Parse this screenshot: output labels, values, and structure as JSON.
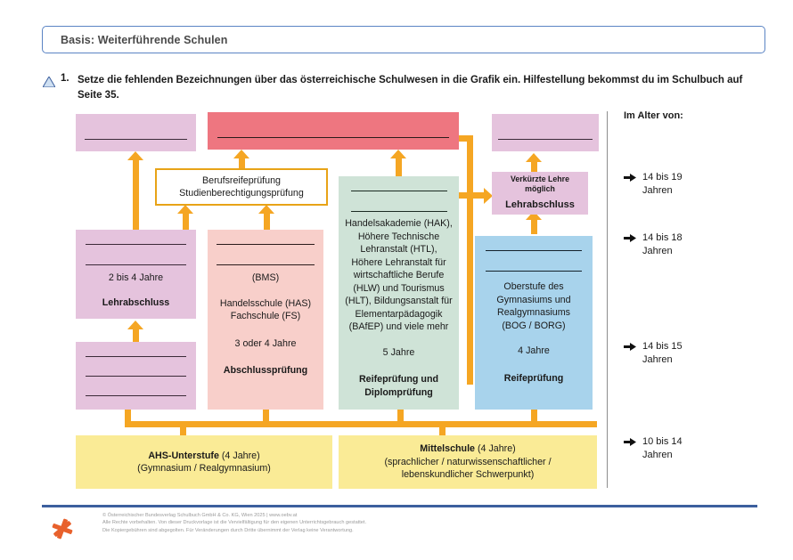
{
  "banner": {
    "text": "Basis: Weiterführende Schulen"
  },
  "task": {
    "icon": "triangle-bullet-icon",
    "number": "1.",
    "text": "Setze die fehlenden Bezeichnungen über das österreichische Schulwesen in die Grafik ein. Hilfestellung bekommst du im Schulbuch auf Seite 35."
  },
  "colors": {
    "pink": "#e5c3dd",
    "red": "#ee7680",
    "rose": "#f8cfca",
    "green": "#cfe3d7",
    "blue": "#a8d3ec",
    "yellow": "#faeb96",
    "arrow": "#f5a623",
    "gold_border": "#e8a317",
    "banner_border": "#5b84c4",
    "footer_rule": "#3c5f9e",
    "logo": "#e8612c"
  },
  "diagram": {
    "boxes": {
      "top_left_blank": {
        "name": "Hochschule / Universität (blank)",
        "fill": "pink",
        "blank_lines": 1,
        "lines": []
      },
      "top_red_blank": {
        "name": "Studium (blank)",
        "fill": "red",
        "blank_lines": 1,
        "lines": []
      },
      "top_right_blank": {
        "name": "Meisterprüfung (blank)",
        "fill": "pink",
        "blank_lines": 1,
        "lines": []
      },
      "berufsreife": {
        "fill": "white",
        "line1": "Berufsreifeprüfung",
        "line2": "Studienberechtigungsprüfung"
      },
      "verkuerzte_lehre": {
        "fill": "pink",
        "line1": "Verkürzte Lehre",
        "line2": "möglich",
        "line3": "Lehrabschluss"
      },
      "lehre_mid": {
        "fill": "pink",
        "blank_lines": 2,
        "duration": "2 bis 4 Jahre",
        "exam": "Lehrabschluss"
      },
      "lehre_low_blank": {
        "fill": "pink",
        "blank_lines": 3
      },
      "bms": {
        "fill": "rose",
        "blank_lines": 2,
        "abbrev": "(BMS)",
        "schools_1": "Handelsschule (HAS)",
        "schools_2": "Fachschule (FS)",
        "duration": "3 oder 4 Jahre",
        "exam": "Abschlussprüfung"
      },
      "bhs": {
        "fill": "green",
        "blank_lines": 2,
        "body": "Handelsakademie (HAK), Höhere Technische Lehranstalt (HTL), Höhere Lehranstalt für wirtschaftliche Berufe (HLW) und Tourismus (HLT), Bildungsanstalt für Elementarpädagogik (BAfEP) und viele mehr",
        "duration": "5 Jahre",
        "exam_1": "Reifeprüfung und",
        "exam_2": "Diplomprüfung"
      },
      "ahs_ober": {
        "fill": "blue",
        "blank_lines": 2,
        "body_1": "Oberstufe des",
        "body_2": "Gymnasiums und",
        "body_3": "Realgymnasiums",
        "body_4": "(BOG / BORG)",
        "duration": "4 Jahre",
        "exam": "Reifeprüfung"
      },
      "ahs_unter": {
        "fill": "yellow",
        "title_bold": "AHS-Unterstufe",
        "title_rest": " (4 Jahre)",
        "sub_1": "(Gymnasium / Realgymnasium)"
      },
      "mittelschule": {
        "fill": "yellow",
        "title_bold": "Mittelschule",
        "title_rest": " (4 Jahre)",
        "sub_1": "(sprachlicher / naturwissenschaftlicher /",
        "sub_2": "lebenskundlicher Schwerpunkt)"
      }
    }
  },
  "age_column": {
    "heading": "Im Alter von:",
    "items": [
      {
        "line1": "14 bis 19",
        "line2": "Jahren"
      },
      {
        "line1": "14 bis 18",
        "line2": "Jahren"
      },
      {
        "line1": "14 bis 15",
        "line2": "Jahren"
      },
      {
        "line1": "10 bis 14",
        "line2": "Jahren"
      }
    ]
  },
  "footer": {
    "line1": "© Österreichischer Bundesverlag Schulbuch GmbH & Co. KG, Wien 2025 | www.oebv.at",
    "line2": "Alle Rechte vorbehalten. Von dieser Druckvorlage ist die Vervielfältigung für den eigenen Unterrichtsgebrauch gestattet.",
    "line3": "Die Kopiergebühren sind abgegolten. Für Veränderungen durch Dritte übernimmt der Verlag keine Verantwortung."
  }
}
